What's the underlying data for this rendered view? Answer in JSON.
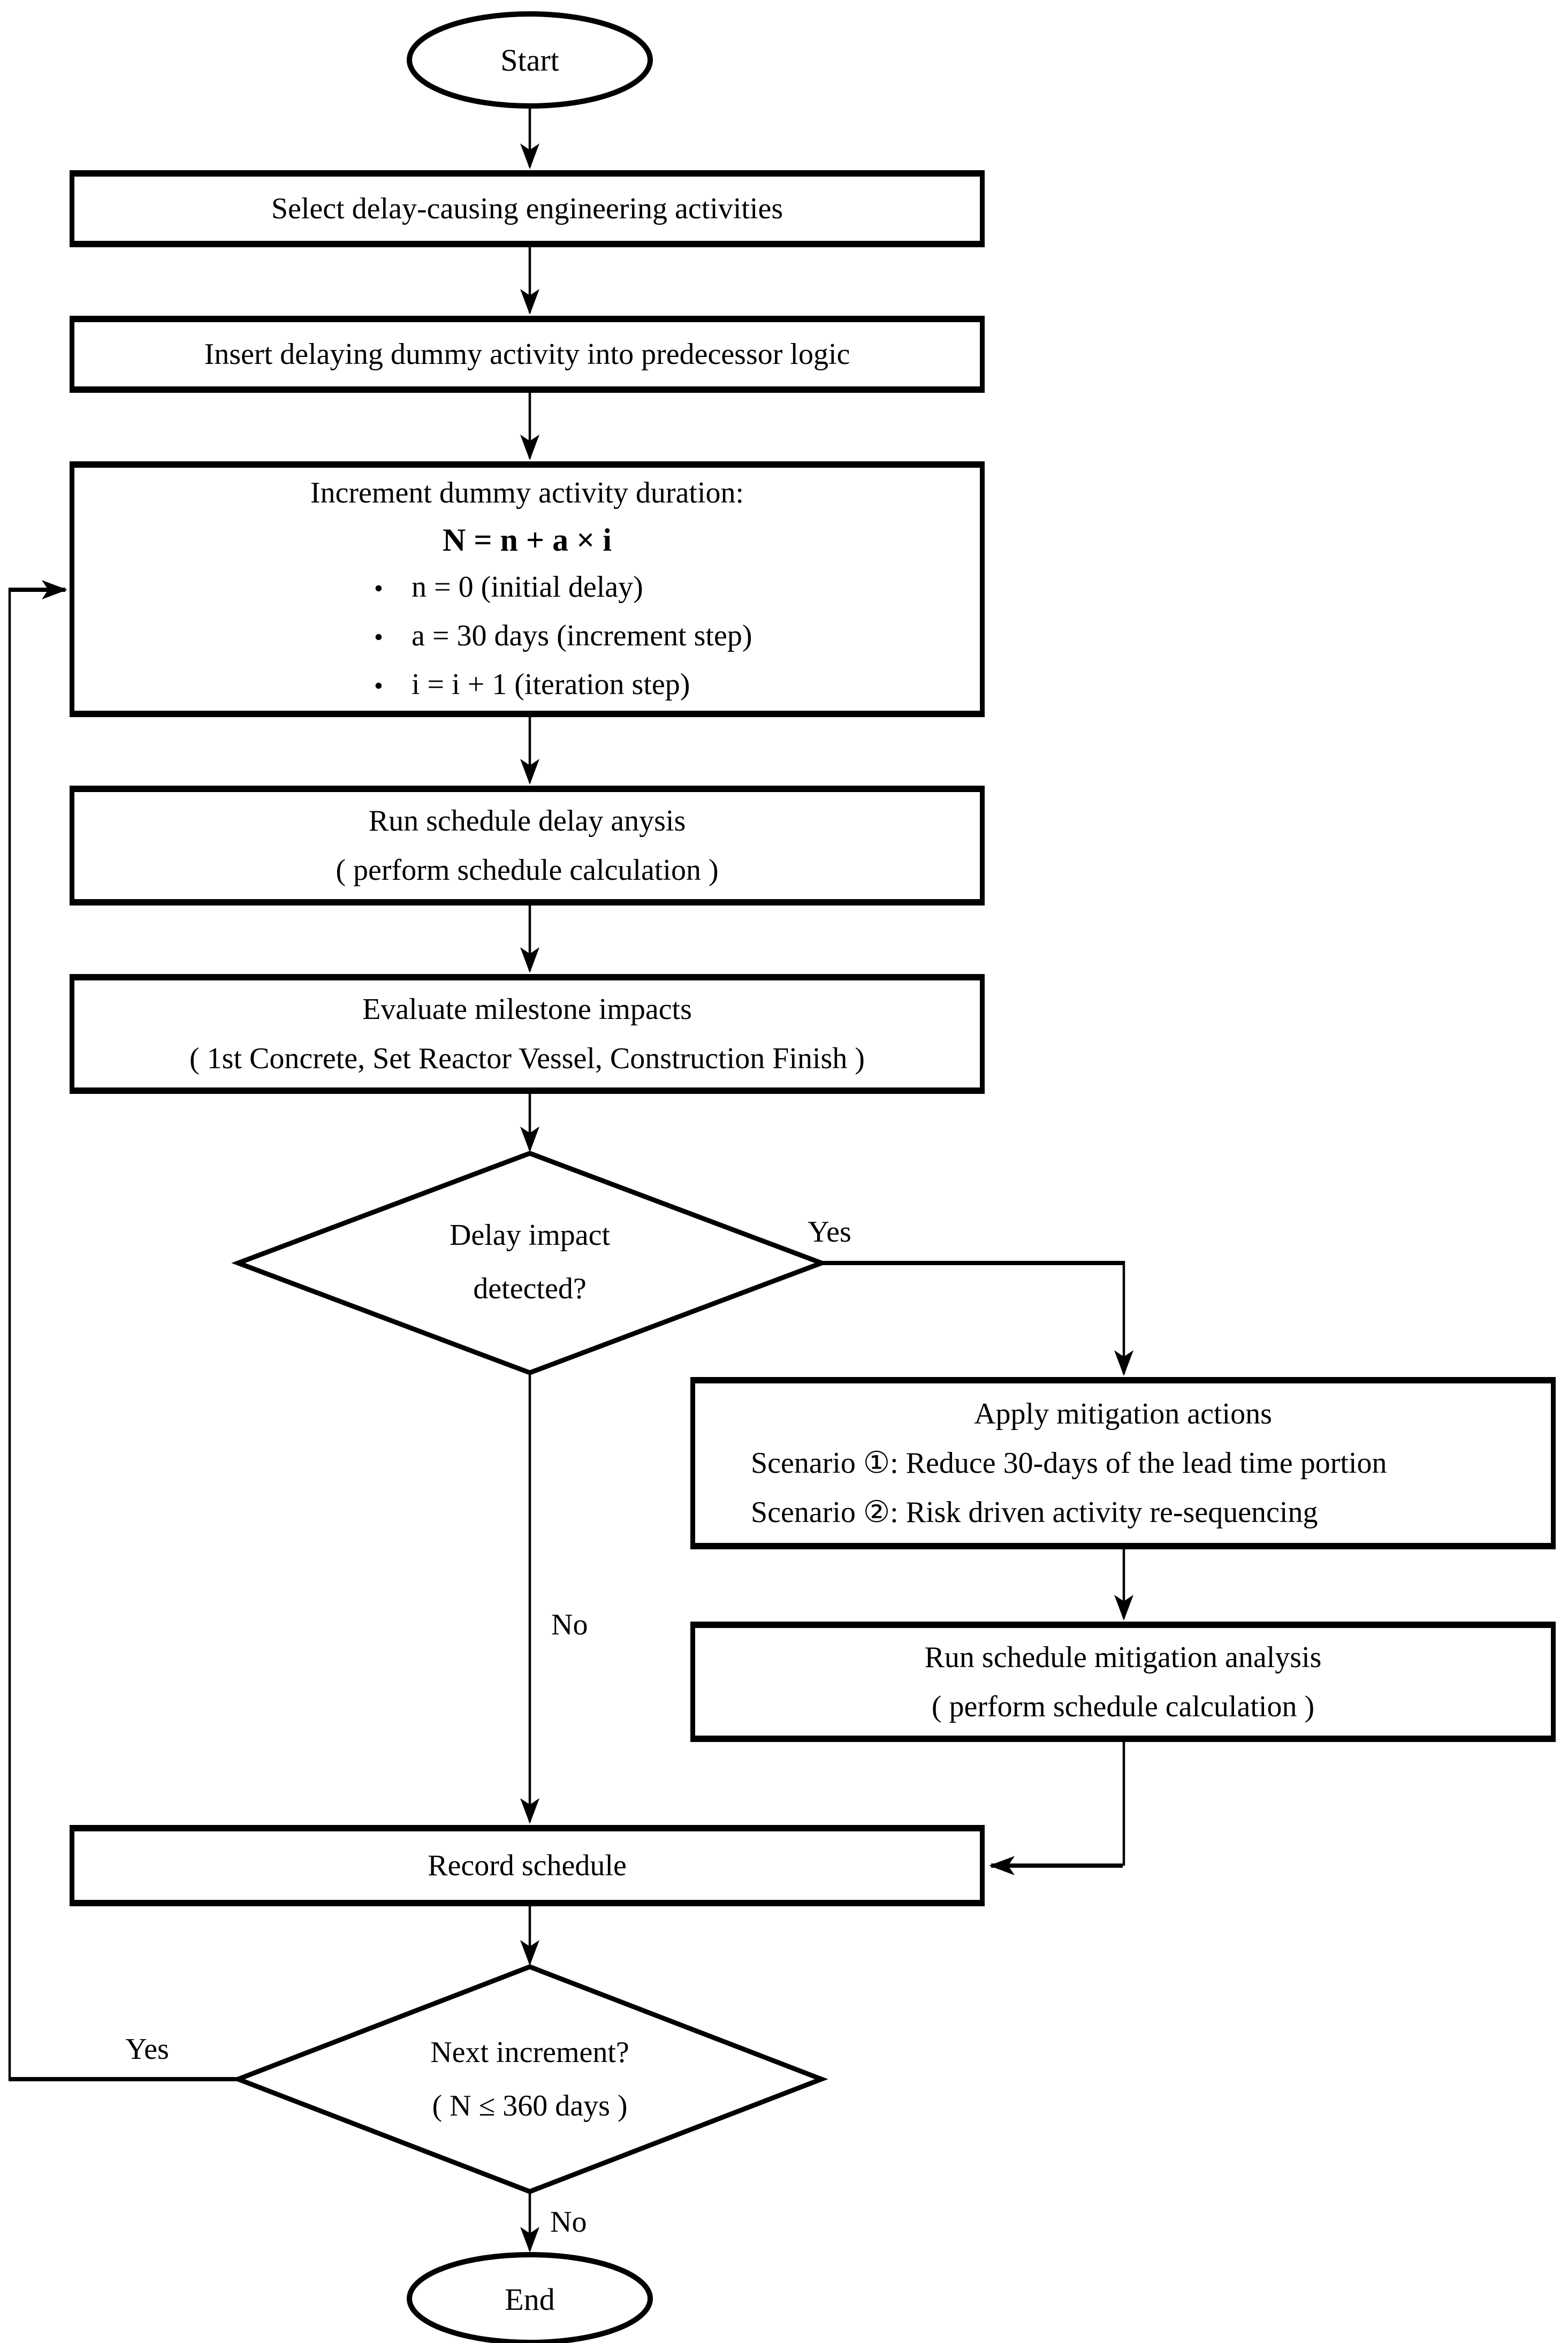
{
  "page": {
    "background": "#ffffff",
    "ink": "#000000"
  },
  "flowchart": {
    "nodes": {
      "start": {
        "label": "Start"
      },
      "select_activities": {
        "label": "Select delay-causing engineering activities"
      },
      "insert_dummy": {
        "label": "Insert delaying dummy activity into predecessor logic"
      },
      "increment": {
        "title": "Increment dummy activity duration:",
        "formula": "N = n + a × i",
        "bullet_glyph": "•",
        "bullets": [
          "n = 0 (initial delay)",
          "a = 30 days (increment step)",
          "i = i + 1 (iteration step)"
        ]
      },
      "run_delay_analysis": {
        "line1": "Run schedule delay anysis",
        "line2": "( perform schedule calculation )"
      },
      "evaluate_milestones": {
        "line1": "Evaluate milestone impacts",
        "line2": "( 1st Concrete, Set Reactor Vessel, Construction Finish )"
      },
      "decision_delay_impact": {
        "line1": "Delay impact",
        "line2": "detected?"
      },
      "apply_mitigation": {
        "title": "Apply mitigation actions",
        "scenario1": "Scenario ①: Reduce 30-days of the lead time portion",
        "scenario2": "Scenario ②: Risk driven activity re-sequencing"
      },
      "run_mitigation_analysis": {
        "line1": "Run schedule mitigation analysis",
        "line2": "( perform schedule calculation )"
      },
      "record_schedule": {
        "label": "Record schedule"
      },
      "decision_next_increment": {
        "line1": "Next increment?",
        "line2": "( N ≤ 360 days )"
      },
      "end": {
        "label": "End"
      }
    },
    "edge_labels": {
      "delay_impact_yes": "Yes",
      "delay_impact_no": "No",
      "next_increment_yes": "Yes",
      "next_increment_no": "No"
    }
  }
}
